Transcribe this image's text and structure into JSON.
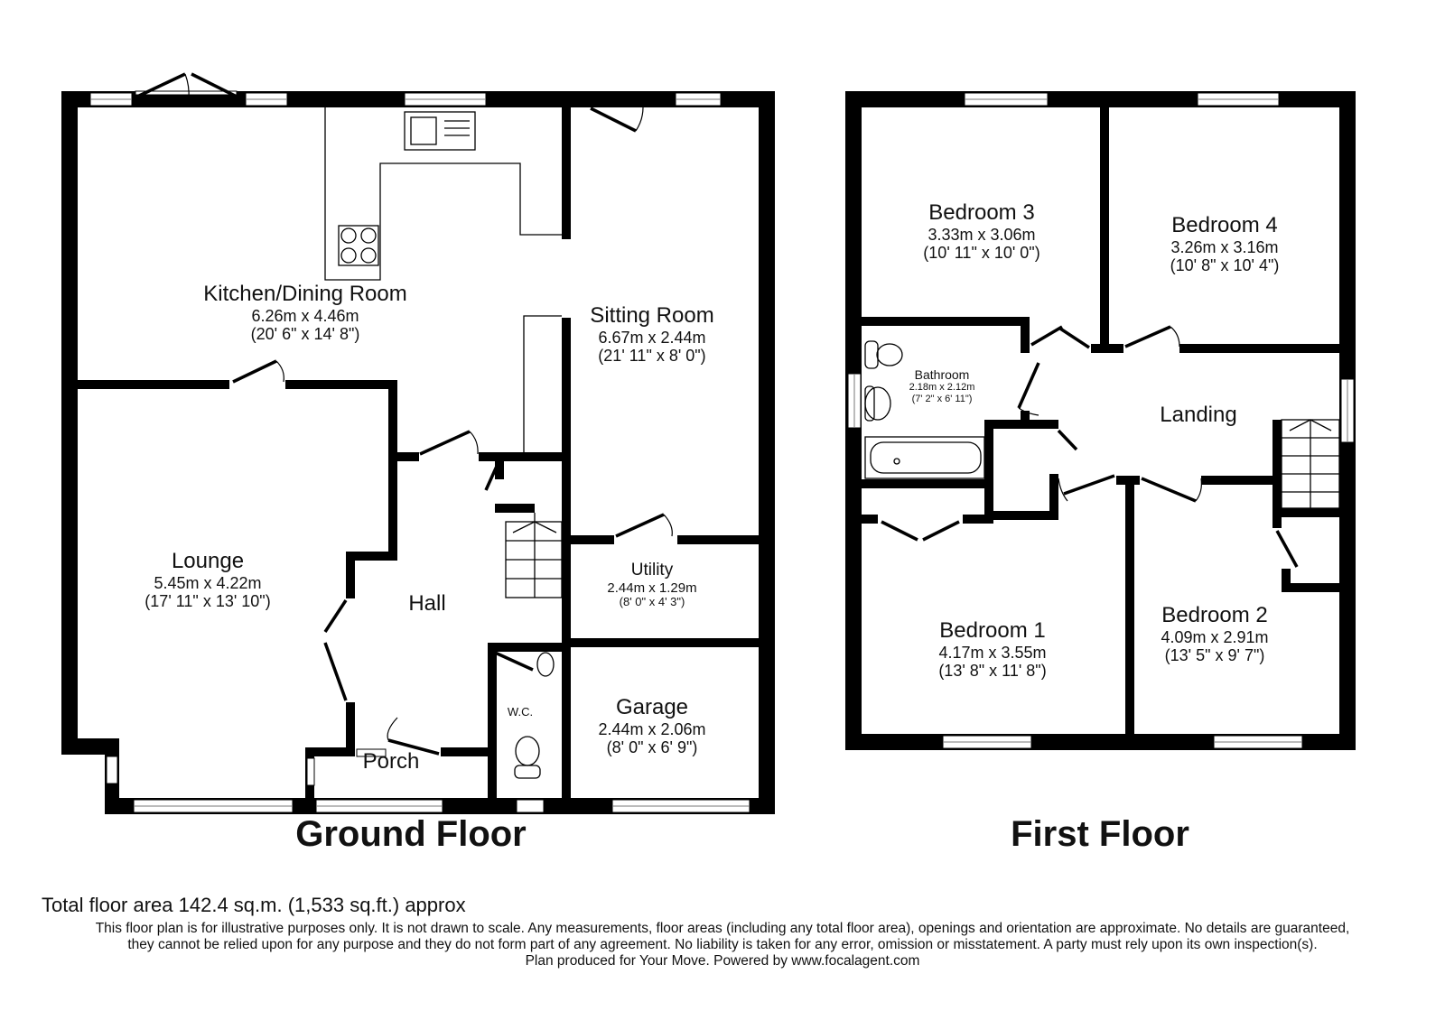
{
  "floors": [
    {
      "title": "Ground Floor",
      "rooms": [
        {
          "name": "Kitchen/Dining Room",
          "metric": "6.26m x 4.46m",
          "imperial": "(20' 6\" x 14' 8\")"
        },
        {
          "name": "Sitting Room",
          "metric": "6.67m x 2.44m",
          "imperial": "(21' 11\" x 8' 0\")"
        },
        {
          "name": "Lounge",
          "metric": "5.45m x 4.22m",
          "imperial": "(17' 11\" x 13' 10\")"
        },
        {
          "name": "Hall",
          "metric": "",
          "imperial": ""
        },
        {
          "name": "Utility",
          "metric": "2.44m x 1.29m",
          "imperial": "(8' 0\" x 4' 3\")"
        },
        {
          "name": "Garage",
          "metric": "2.44m x 2.06m",
          "imperial": "(8' 0\" x 6' 9\")"
        },
        {
          "name": "Porch",
          "metric": "",
          "imperial": ""
        },
        {
          "name": "W.C.",
          "metric": "",
          "imperial": ""
        }
      ]
    },
    {
      "title": "First Floor",
      "rooms": [
        {
          "name": "Bedroom 3",
          "metric": "3.33m x 3.06m",
          "imperial": "(10' 11\" x 10' 0\")"
        },
        {
          "name": "Bedroom 4",
          "metric": "3.26m x 3.16m",
          "imperial": "(10' 8\" x 10' 4\")"
        },
        {
          "name": "Bathroom",
          "metric": "2.18m x 2.12m",
          "imperial": "(7' 2\" x 6' 11\")"
        },
        {
          "name": "Landing",
          "metric": "",
          "imperial": ""
        },
        {
          "name": "Bedroom 1",
          "metric": "4.17m x 3.55m",
          "imperial": "(13' 8\" x 11' 8\")"
        },
        {
          "name": "Bedroom 2",
          "metric": "4.09m x 2.91m",
          "imperial": "(13' 5\" x 9' 7\")"
        }
      ]
    }
  ],
  "footer": {
    "total_area": "Total floor area 142.4 sq.m. (1,533 sq.ft.) approx",
    "disclaimer_lines": [
      "This floor plan is for illustrative purposes only. It is not drawn to scale. Any measurements, floor areas (including any total floor area), openings and orientation are approximate. No details are guaranteed,",
      "they cannot be relied upon for any purpose and they do not form part of any agreement. No liability is taken for any error, omission or misstatement. A party must rely upon its own inspection(s).",
      "Plan produced for Your Move. Powered by www.focalagent.com"
    ]
  }
}
